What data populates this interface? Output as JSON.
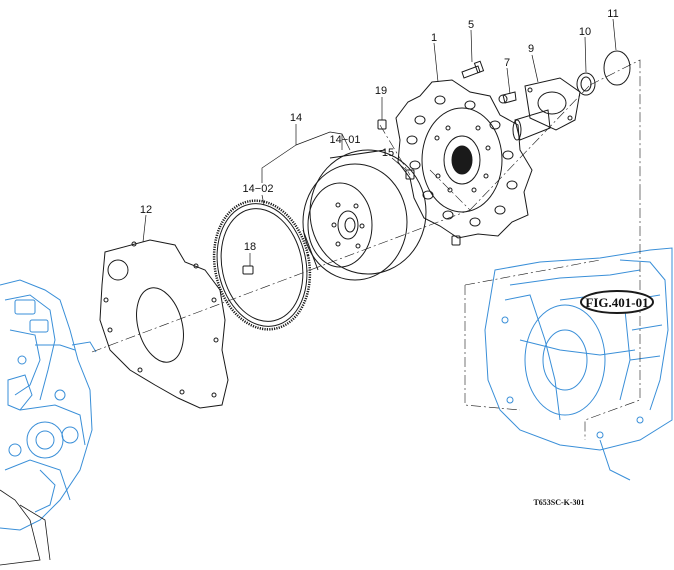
{
  "callouts": {
    "c1": "1",
    "c5": "5",
    "c7": "7",
    "c9": "9",
    "c10": "10",
    "c11": "11",
    "c12": "12",
    "c14": "14",
    "c14_01": "14−01",
    "c14_02": "14−02",
    "c15": "15",
    "c18": "18",
    "c19": "19"
  },
  "reference": {
    "fig": "FIG.401-01"
  },
  "drawing_number": "T653SC-K-301",
  "colors": {
    "ink": "#1a1a1a",
    "background_parts": "#3a8fd8"
  }
}
